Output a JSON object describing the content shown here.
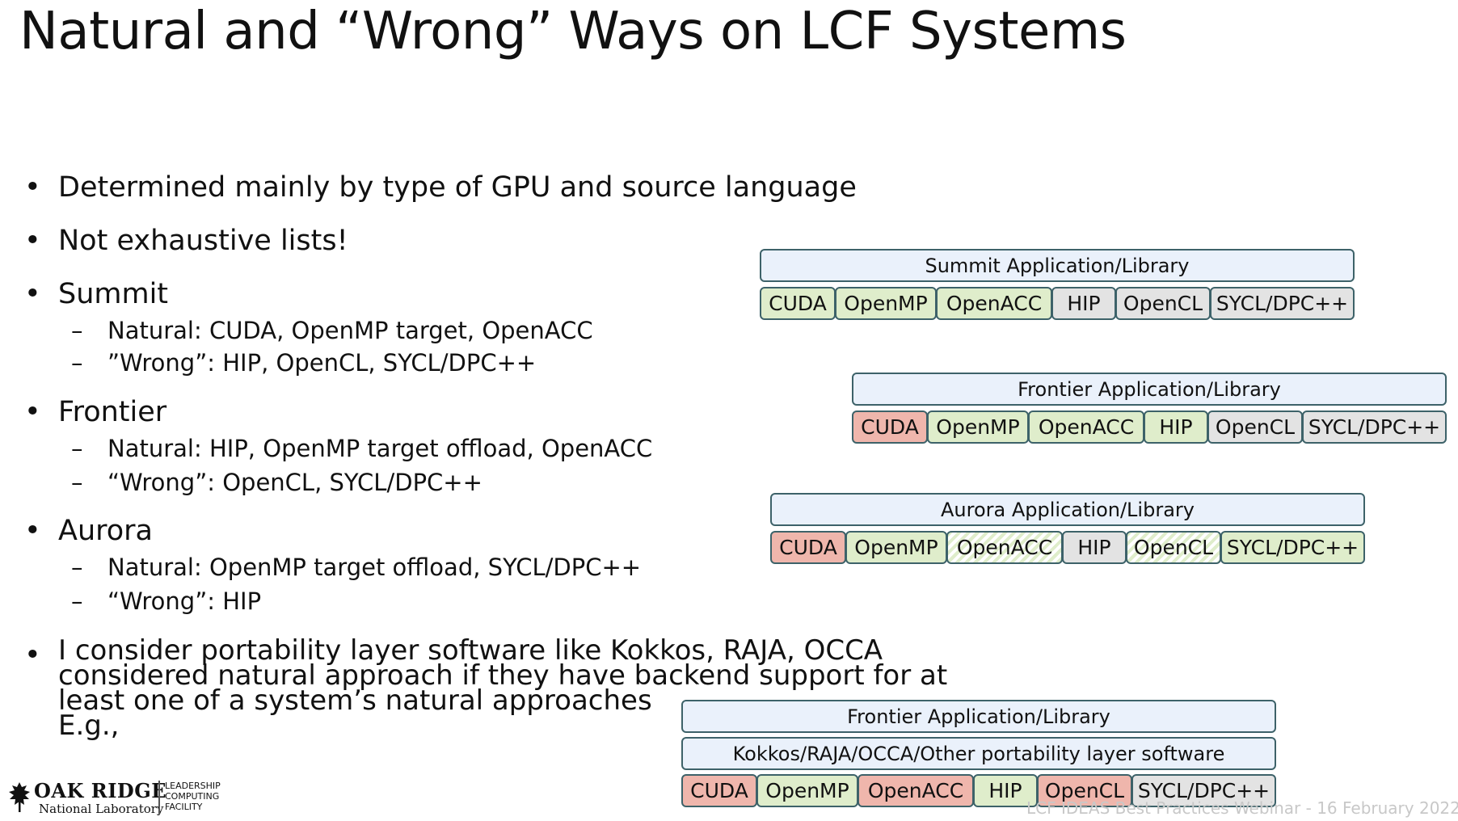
{
  "title": "Natural and “Wrong” Ways on LCF Systems",
  "bullets": {
    "b1": "Determined mainly by type of GPU and source language",
    "b2": "Not exhaustive lists!",
    "summit": "Summit",
    "summit_natural": "Natural: CUDA, OpenMP target, OpenACC",
    "summit_wrong": "”Wrong”: HIP, OpenCL, SYCL/DPC++",
    "frontier": "Frontier",
    "frontier_natural": "Natural: HIP, OpenMP target offload, OpenACC",
    "frontier_wrong": "“Wrong”: OpenCL, SYCL/DPC++",
    "aurora": "Aurora",
    "aurora_natural": "Natural: OpenMP target offload, SYCL/DPC++",
    "aurora_wrong": "“Wrong”: HIP",
    "bullet_symbol": "•",
    "dash_symbol": "–",
    "para_line1": "I consider portability layer software like Kokkos, RAJA, OCCA",
    "para_line2": "considered natural approach if they have backend support for at",
    "para_line3": "least one of a system’s natural approaches",
    "para_line4": "E.g.,"
  },
  "diagrams": {
    "summit": {
      "app": "Summit Application/Library",
      "cells": [
        "CUDA",
        "OpenMP",
        "OpenACC",
        "HIP",
        "OpenCL",
        "SYCL/DPC++"
      ]
    },
    "frontier": {
      "app": "Frontier Application/Library",
      "cells": [
        "CUDA",
        "OpenMP",
        "OpenACC",
        "HIP",
        "OpenCL",
        "SYCL/DPC++"
      ]
    },
    "aurora": {
      "app": "Aurora Application/Library",
      "cells": [
        "CUDA",
        "OpenMP",
        "OpenACC",
        "HIP",
        "OpenCL",
        "SYCL/DPC++"
      ]
    },
    "portability": {
      "app": "Frontier Application/Library",
      "layer": "Kokkos/RAJA/OCCA/Other portability layer software",
      "cells": [
        "CUDA",
        "OpenMP",
        "OpenACC",
        "HIP",
        "OpenCL",
        "SYCL/DPC++"
      ]
    }
  },
  "colors": {
    "natural": "#dfedcb",
    "wrong": "#e3e3e3",
    "unsupported": "#efb6ac",
    "app": "#eaf1fb",
    "border": "#3d6269"
  },
  "logo": {
    "name": "OAK RIDGE",
    "sub": "National Laboratory",
    "lcf_line1": "LEADERSHIP",
    "lcf_line2": "COMPUTING",
    "lcf_line3": "FACILITY"
  },
  "footer": "LCF IDEAS Best Practices Webinar - 16 February  2022"
}
